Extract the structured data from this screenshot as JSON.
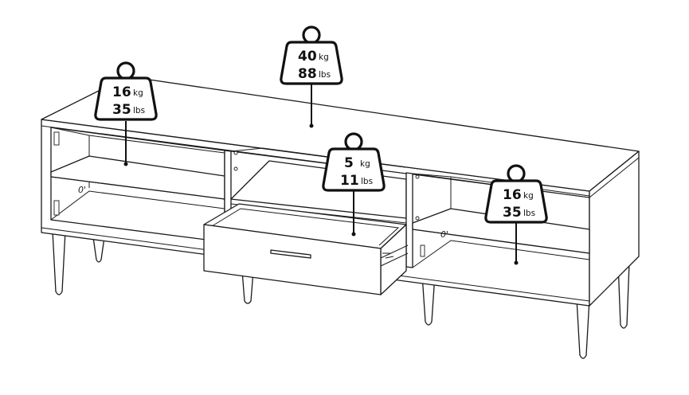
{
  "weight_labels": [
    {
      "id": "top",
      "kg_value": "40",
      "kg_unit": "kg",
      "lbs_value": "88",
      "lbs_unit": "lbs"
    },
    {
      "id": "left-shelf",
      "kg_value": "16",
      "kg_unit": "kg",
      "lbs_value": "35",
      "lbs_unit": "lbs"
    },
    {
      "id": "drawer",
      "kg_value": "5",
      "kg_unit": "kg",
      "lbs_value": "11",
      "lbs_unit": "lbs"
    },
    {
      "id": "right-shelf",
      "kg_value": "16",
      "kg_unit": "kg",
      "lbs_value": "35",
      "lbs_unit": "lbs"
    }
  ],
  "hinge_marks": [
    "0'",
    "0'"
  ]
}
